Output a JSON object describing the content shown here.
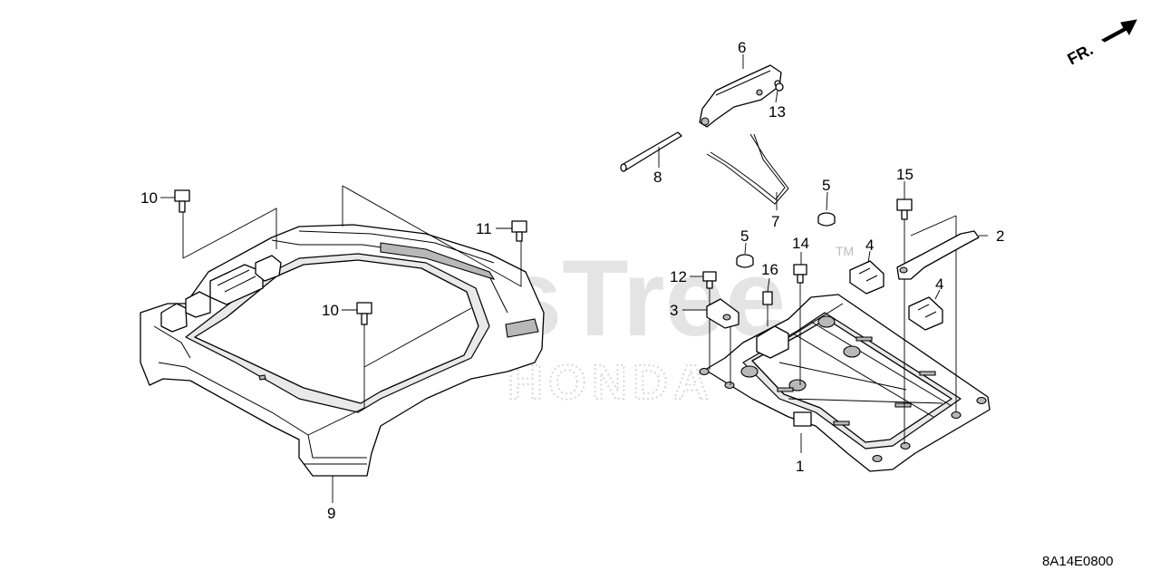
{
  "watermark": {
    "brand": "PartsTree",
    "trademark": "TM",
    "sub": "HONDA"
  },
  "direction_label": "FR.",
  "diagram_code": "8A14E0800",
  "callouts": [
    {
      "id": "c1",
      "label": "1"
    },
    {
      "id": "c2",
      "label": "2"
    },
    {
      "id": "c3",
      "label": "3"
    },
    {
      "id": "c4a",
      "label": "4"
    },
    {
      "id": "c4b",
      "label": "4"
    },
    {
      "id": "c5a",
      "label": "5"
    },
    {
      "id": "c5b",
      "label": "5"
    },
    {
      "id": "c6",
      "label": "6"
    },
    {
      "id": "c7",
      "label": "7"
    },
    {
      "id": "c8",
      "label": "8"
    },
    {
      "id": "c9",
      "label": "9"
    },
    {
      "id": "c10a",
      "label": "10"
    },
    {
      "id": "c10b",
      "label": "10"
    },
    {
      "id": "c11",
      "label": "11"
    },
    {
      "id": "c12",
      "label": "12"
    },
    {
      "id": "c13",
      "label": "13"
    },
    {
      "id": "c14",
      "label": "14"
    },
    {
      "id": "c15",
      "label": "15"
    },
    {
      "id": "c16",
      "label": "16"
    }
  ]
}
